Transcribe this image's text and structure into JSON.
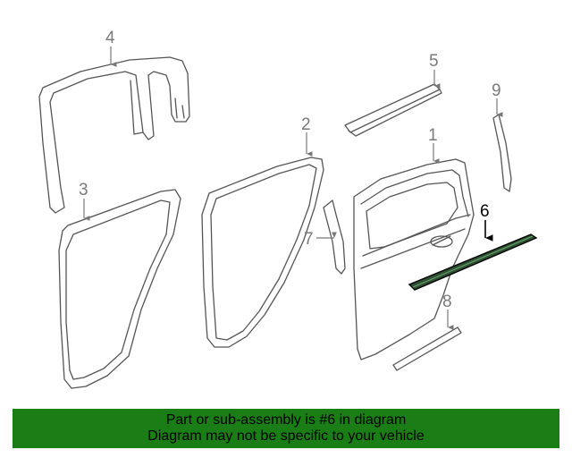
{
  "callouts": {
    "c1": "1",
    "c2": "2",
    "c3": "3",
    "c4": "4",
    "c5": "5",
    "c6": "6",
    "c7": "7",
    "c8": "8",
    "c9": "9"
  },
  "highlighted_part": "6",
  "banner": {
    "line1": "Part or sub-assembly is #6 in diagram",
    "line2": "Diagram may not be specific to your vehicle",
    "background": "#1b7d16"
  }
}
